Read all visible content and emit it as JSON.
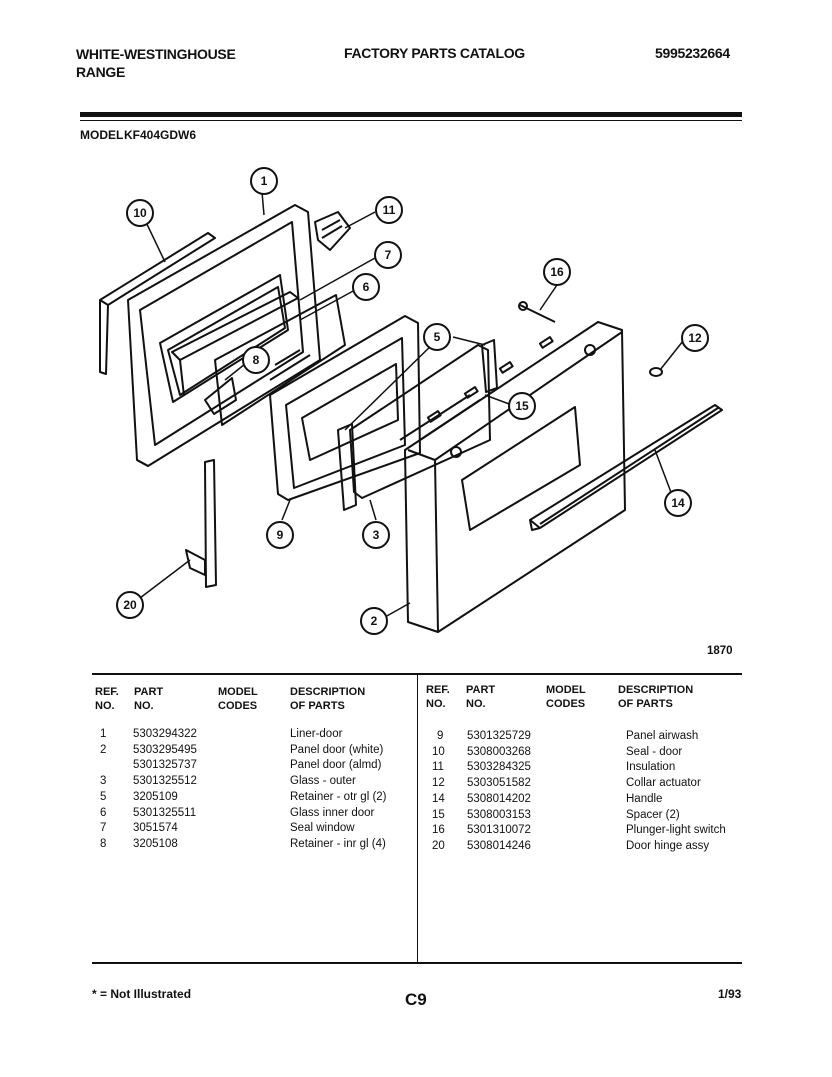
{
  "header": {
    "brand_line1": "WHITE-WESTINGHOUSE",
    "brand_line2": "RANGE",
    "catalog_title": "FACTORY PARTS CATALOG",
    "catalog_number": "5995232664"
  },
  "model": {
    "label": "MODEL",
    "value": "KF404GDW6"
  },
  "diagram": {
    "figure_number": "1870",
    "callouts": [
      "1",
      "2",
      "3",
      "5",
      "6",
      "7",
      "8",
      "9",
      "10",
      "11",
      "12",
      "14",
      "15",
      "16",
      "20"
    ]
  },
  "table": {
    "headers": {
      "ref_line1": "REF.",
      "ref_line2": "NO.",
      "part_line1": "PART",
      "part_line2": "NO.",
      "model_line1": "MODEL",
      "model_line2": "CODES",
      "desc_line1": "DESCRIPTION",
      "desc_line2": "OF PARTS"
    },
    "left": [
      {
        "ref": "1",
        "part": "5303294322",
        "desc": "Liner-door"
      },
      {
        "ref": "2",
        "part": "5303295495",
        "desc": "Panel door (white)"
      },
      {
        "ref": "",
        "part": "5301325737",
        "desc": "Panel door (almd)"
      },
      {
        "ref": "3",
        "part": "5301325512",
        "desc": "Glass - outer"
      },
      {
        "ref": "5",
        "part": "3205109",
        "desc": "Retainer - otr gl (2)"
      },
      {
        "ref": "6",
        "part": "5301325511",
        "desc": "Glass inner door"
      },
      {
        "ref": "7",
        "part": "3051574",
        "desc": "Seal window"
      },
      {
        "ref": "8",
        "part": "3205108",
        "desc": "Retainer - inr gl (4)"
      }
    ],
    "right": [
      {
        "ref": "9",
        "part": "5301325729",
        "desc": "Panel airwash"
      },
      {
        "ref": "10",
        "part": "5308003268",
        "desc": "Seal - door"
      },
      {
        "ref": "11",
        "part": "5303284325",
        "desc": "Insulation"
      },
      {
        "ref": "12",
        "part": "5303051582",
        "desc": "Collar actuator"
      },
      {
        "ref": "14",
        "part": "5308014202",
        "desc": "Handle"
      },
      {
        "ref": "15",
        "part": "5308003153",
        "desc": "Spacer (2)"
      },
      {
        "ref": "16",
        "part": "5301310072",
        "desc": "Plunger-light switch"
      },
      {
        "ref": "20",
        "part": "5308014246",
        "desc": "Door hinge assy"
      }
    ]
  },
  "footer": {
    "note": "* = Not Illustrated",
    "page": "C9",
    "date": "1/93"
  }
}
